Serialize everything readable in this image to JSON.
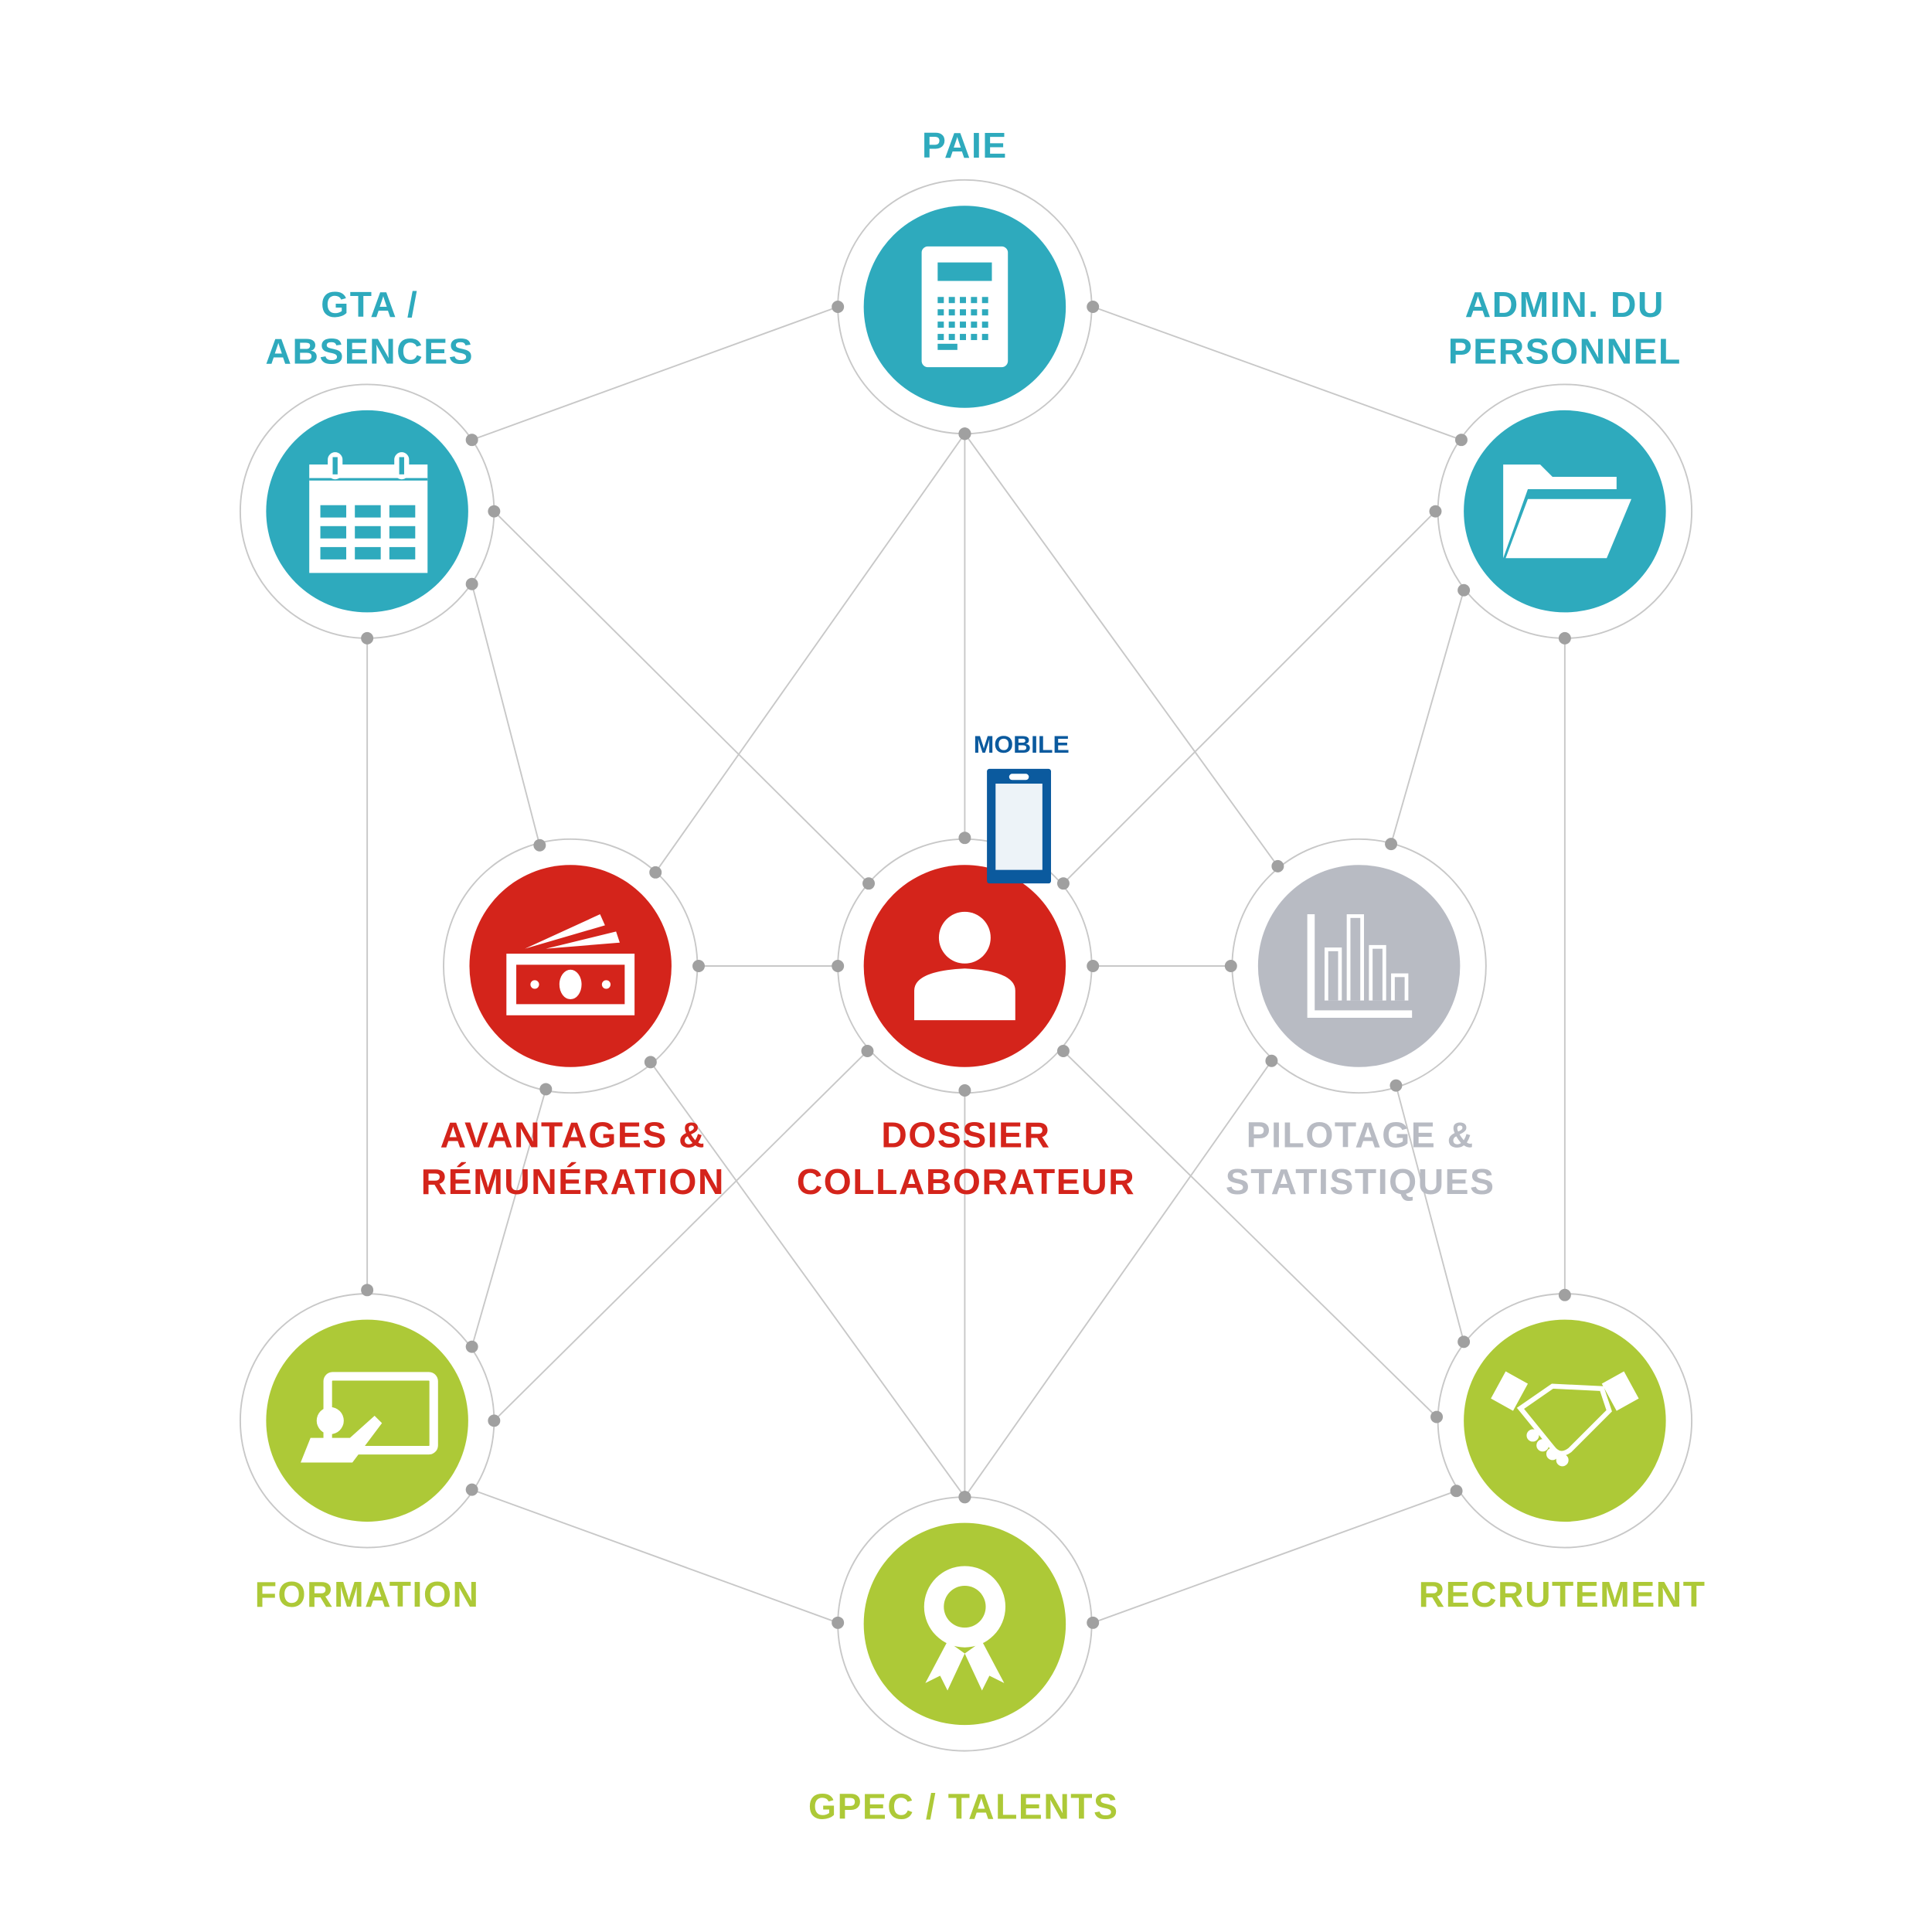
{
  "colors": {
    "teal": "#2eaabd",
    "red": "#d4241b",
    "gray": "#b8bbc3",
    "green": "#adc937",
    "mobile": "#0b5a9e",
    "connector": "#a0a0a0"
  },
  "nodes": {
    "paie": {
      "lines": [
        "PAIE"
      ],
      "icon": "calculator-icon"
    },
    "gta": {
      "lines": [
        "GTA /",
        "ABSENCES"
      ],
      "icon": "calendar-icon"
    },
    "admin": {
      "lines": [
        "ADMIN. DU",
        "PERSONNEL"
      ],
      "icon": "folder-icon"
    },
    "avantages": {
      "lines": [
        "AVANTAGES &",
        "RÉMUNÉRATION"
      ],
      "icon": "money-icon"
    },
    "dossier": {
      "lines": [
        "DOSSIER",
        "COLLABORATEUR"
      ],
      "icon": "user-icon"
    },
    "pilotage": {
      "lines": [
        "PILOTAGE &",
        "STATISTIQUES"
      ],
      "icon": "bar-chart-icon"
    },
    "formation": {
      "lines": [
        "FORMATION"
      ],
      "icon": "presentation-icon"
    },
    "recrutement": {
      "lines": [
        "RECRUTEMENT"
      ],
      "icon": "handshake-icon"
    },
    "gpec": {
      "lines": [
        "GPEC / TALENTS"
      ],
      "icon": "award-icon"
    }
  },
  "mobile": {
    "label": "MOBILE",
    "icon": "smartphone-icon"
  }
}
